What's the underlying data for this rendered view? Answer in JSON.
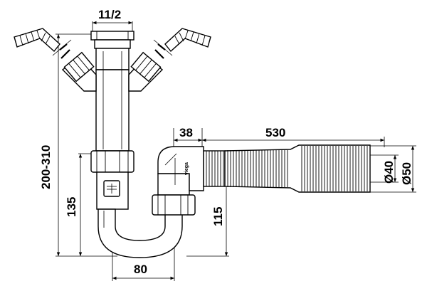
{
  "dimensions": {
    "inlet_thread": "11/2",
    "overall_height": "200-310",
    "trap_height": "135",
    "outlet_height": "115",
    "trap_width": "80",
    "elbow_length": "38",
    "hose_length": "530",
    "hose_inner_diameter": "Ø40",
    "hose_outer_diameter": "Ø50"
  },
  "brand": "viega"
}
